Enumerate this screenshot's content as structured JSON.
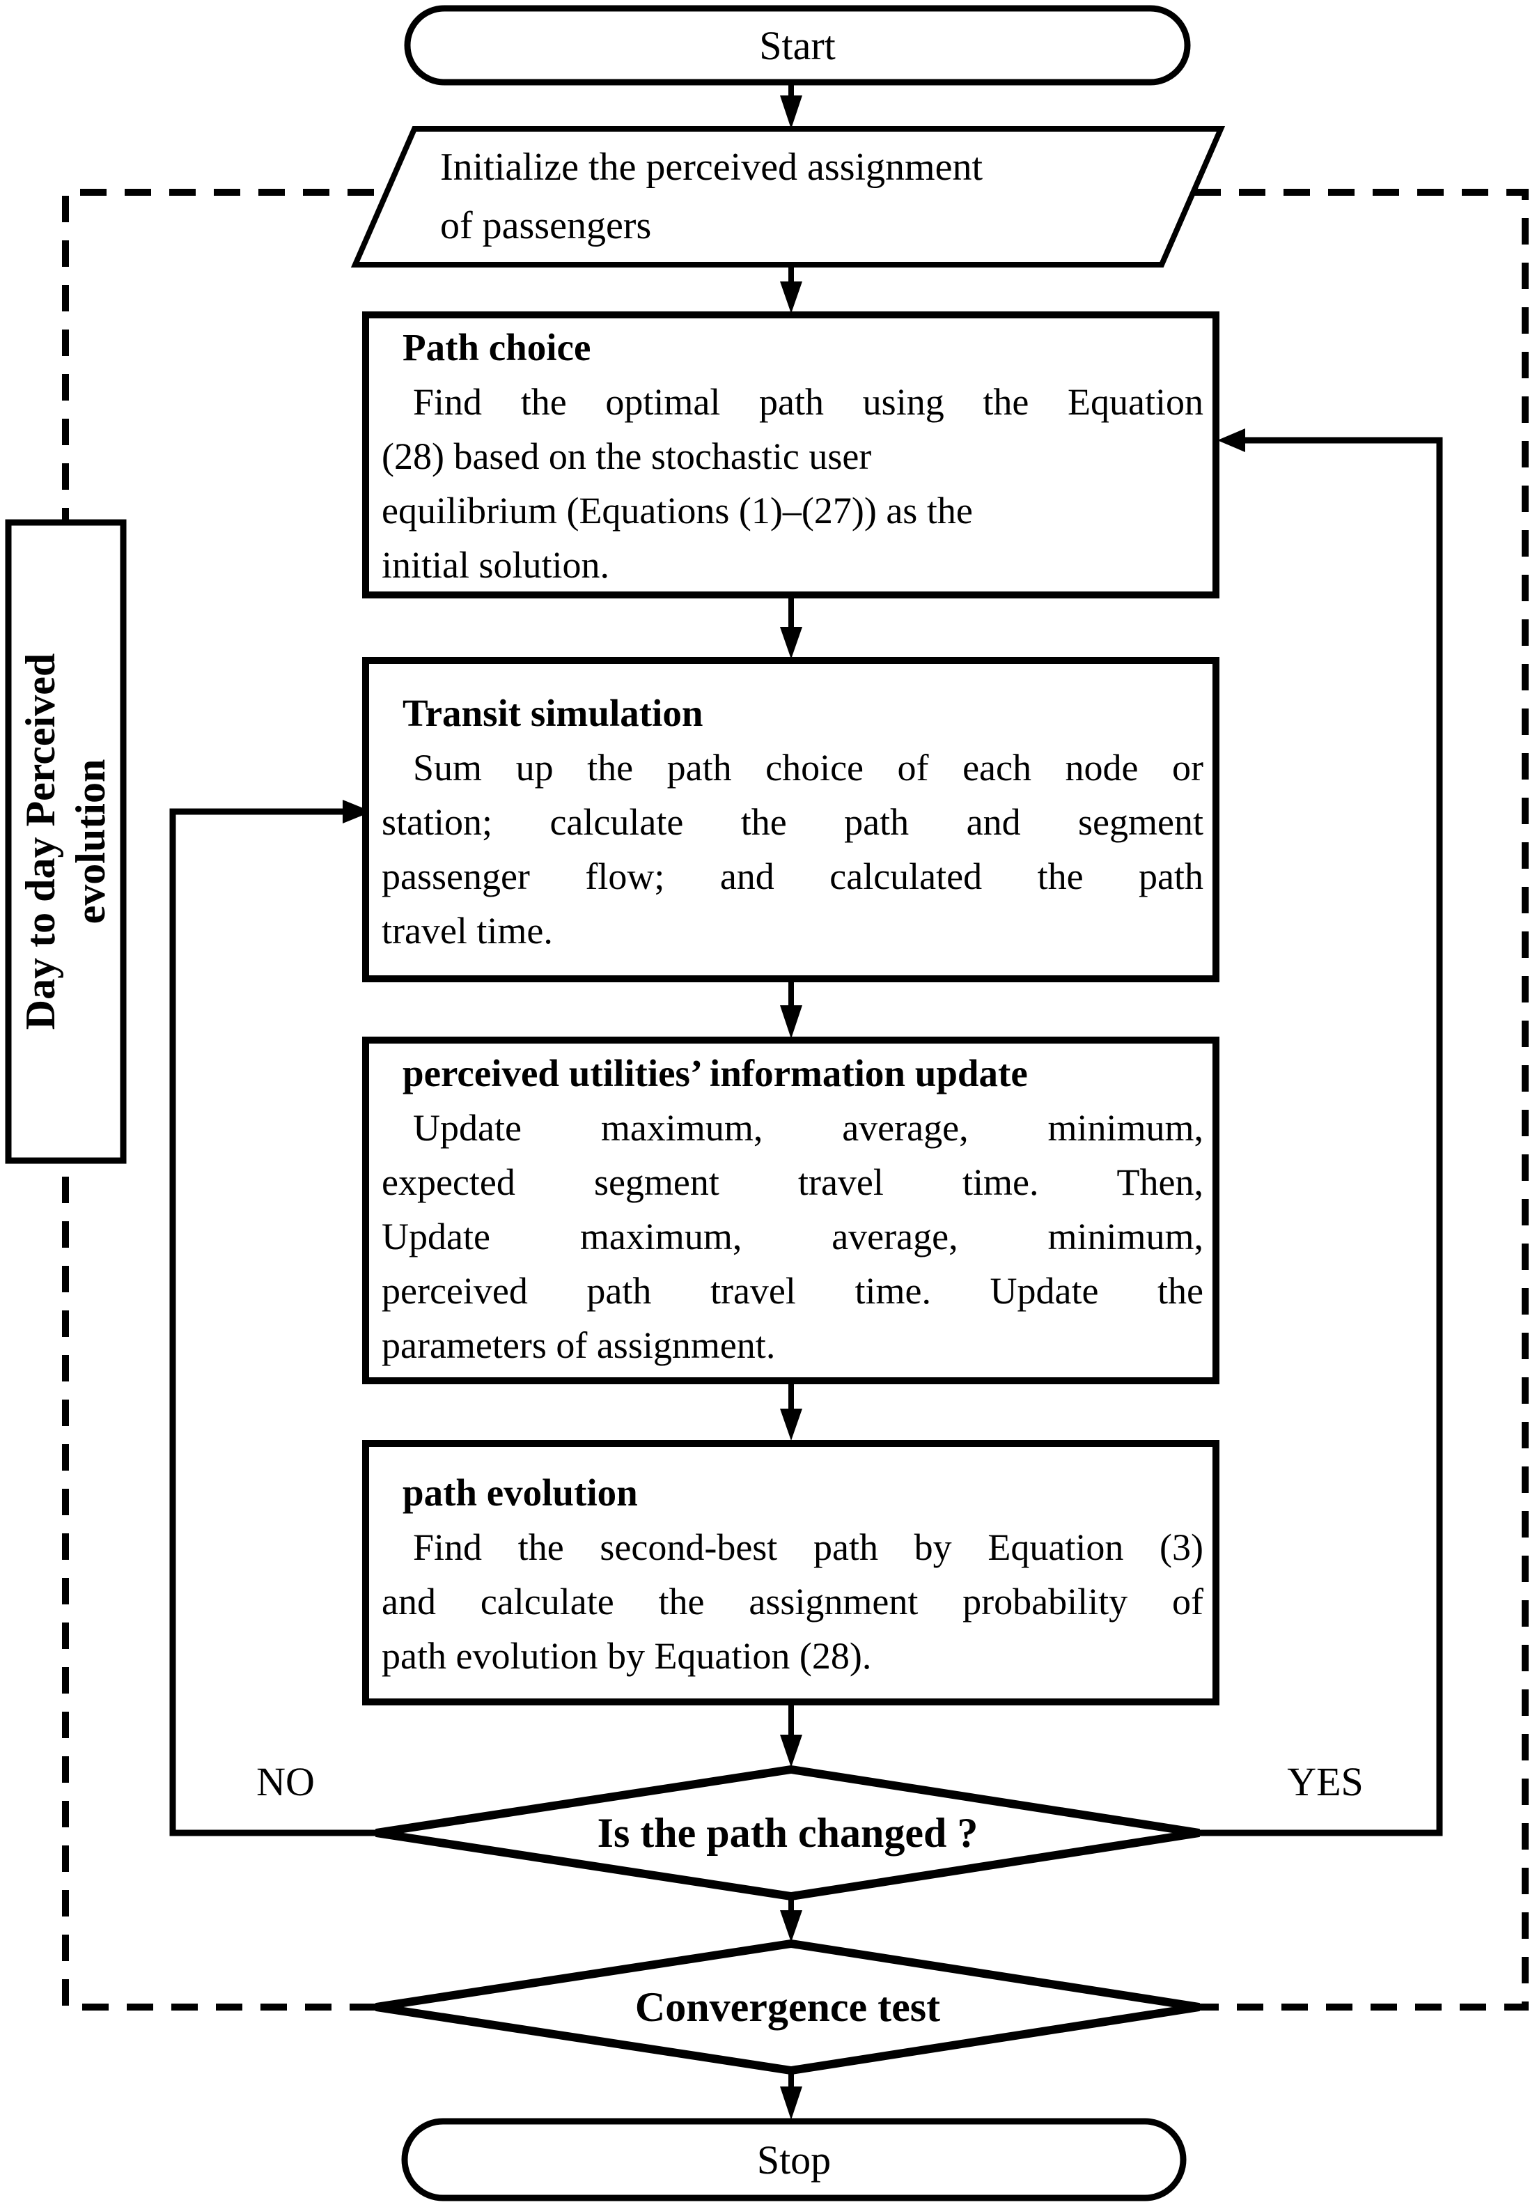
{
  "title": "Day-to-day perceived evolution algorithm flowchart",
  "colors": {
    "ink": "#000000",
    "paper": "#ffffff"
  },
  "nodes": {
    "start": {
      "label": "Start"
    },
    "initialize": {
      "lines": [
        "Initialize the perceived assignment",
        "of passengers"
      ]
    },
    "path_choice": {
      "title": "Path choice",
      "lines": [
        "Find the optimal path using the Equation",
        "(28) based on the stochastic user",
        "equilibrium (Equations (1)–(27)) as the",
        "initial solution."
      ],
      "justify": [
        true,
        false,
        false,
        false
      ]
    },
    "transit_simulation": {
      "title": "Transit simulation",
      "lines": [
        "Sum up the path choice of each node or",
        "station; calculate the path and segment",
        "passenger flow; and calculated the path",
        "travel time."
      ],
      "justify": [
        true,
        true,
        true,
        false
      ]
    },
    "perceived_update": {
      "title": "perceived utilities’ information update",
      "lines": [
        "Update maximum, average, minimum,",
        "expected segment travel time. Then,",
        "Update maximum, average, minimum,",
        "perceived path travel time. Update the",
        "parameters of assignment."
      ],
      "justify": [
        true,
        true,
        true,
        true,
        false
      ]
    },
    "path_evolution": {
      "title": "path evolution",
      "lines": [
        "Find the second-best path by Equation (3)",
        "and calculate the assignment probability of",
        "path evolution by Equation (28)."
      ],
      "justify": [
        true,
        true,
        false
      ]
    },
    "decision_path_changed": {
      "label": "Is the path changed ?"
    },
    "decision_convergence": {
      "label": "Convergence test"
    },
    "stop": {
      "label": "Stop"
    },
    "side_note": {
      "lines": [
        "Day to day Perceived",
        "evolution"
      ]
    }
  },
  "edges": {
    "no_label": "NO",
    "yes_label": "YES"
  }
}
